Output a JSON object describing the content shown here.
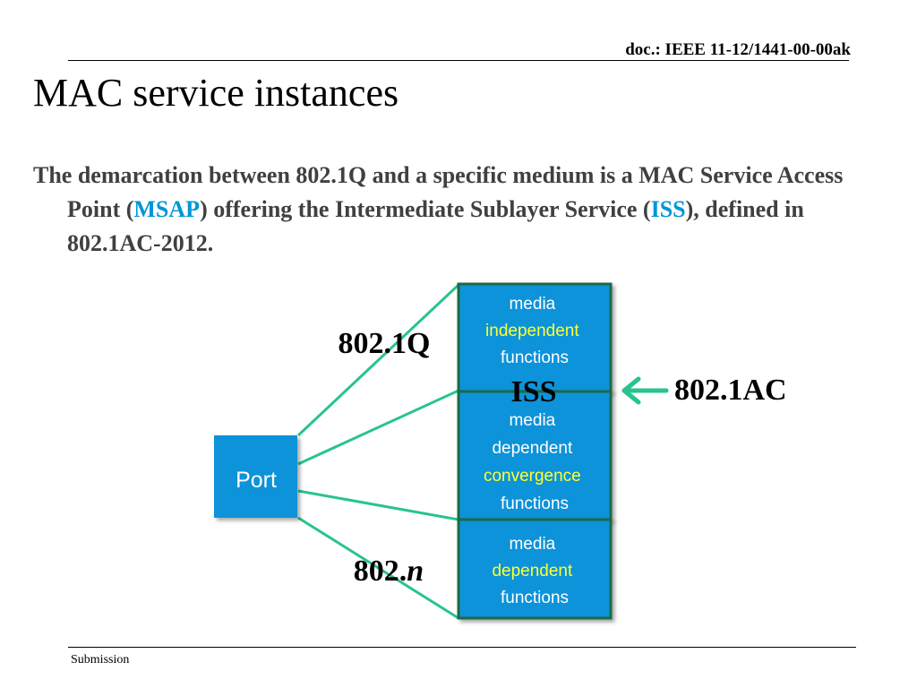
{
  "header": {
    "doc_id": "doc.: IEEE 11-12/1441-00-00ak"
  },
  "title": "MAC service instances",
  "body": {
    "part1": "The demarcation between 802.1Q and a specific medium is a MAC Service Access Point (",
    "msap": "MSAP",
    "part2": ") offering the Intermediate Sublayer Service (",
    "iss": "ISS",
    "part3": "), defined in 802.1AC-2012."
  },
  "diagram": {
    "port": "Port",
    "label_8021q": "802.1Q",
    "label_802n_prefix": "802.",
    "label_802n_suffix": "n",
    "label_iss": "ISS",
    "label_8021ac": "802.1AC",
    "box_top": [
      "media",
      "independent",
      "functions"
    ],
    "box_middle": [
      "media",
      "dependent",
      "convergence",
      "functions"
    ],
    "box_bottom": [
      "media",
      "dependent",
      "functions"
    ]
  },
  "colors": {
    "box_fill": "#0b93d9",
    "box_border": "#1d6b45",
    "connector": "#27c48f",
    "highlight_text": "#ffff33",
    "accent": "#0096d6"
  },
  "footer": {
    "left": "Submission"
  }
}
